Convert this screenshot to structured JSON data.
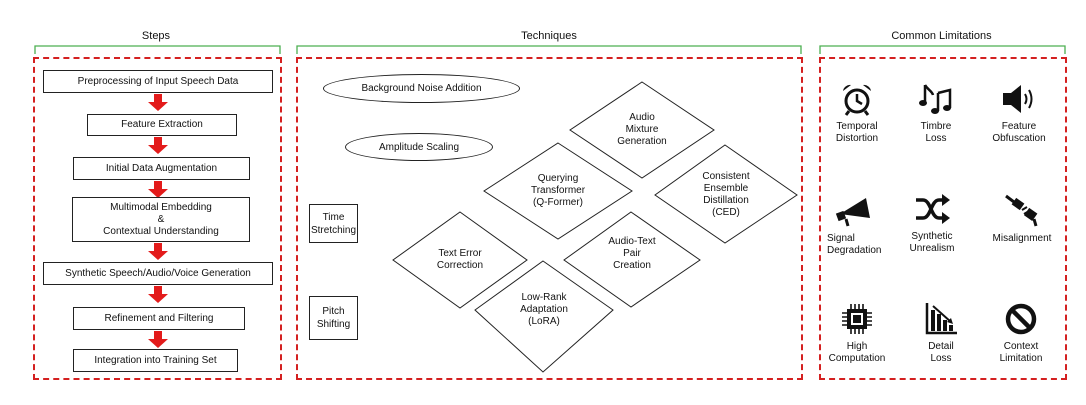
{
  "headers": {
    "steps": "Steps",
    "techniques": "Techniques",
    "limitations": "Common Limitations"
  },
  "steps": [
    "Preprocessing of Input Speech Data",
    "Feature Extraction",
    "Initial Data Augmentation",
    "Multimodal Embedding\n&\nContextual Understanding",
    "Synthetic Speech/Audio/Voice Generation",
    "Refinement and Filtering",
    "Integration into Training Set"
  ],
  "techniques": {
    "ellipses": [
      "Background Noise Addition",
      "Amplitude Scaling"
    ],
    "rects": [
      "Time\nStretching",
      "Pitch\nShifting"
    ],
    "diamonds": [
      "Audio\nMixture\nGeneration",
      "Querying\nTransformer\n(Q-Former)",
      "Consistent\nEnsemble\nDistillation\n(CED)",
      "Text Error\nCorrection",
      "Audio-Text\nPair\nCreation",
      "Low-Rank\nAdaptation\n(LoRA)"
    ]
  },
  "limitations": [
    {
      "label": "Temporal\nDistortion",
      "icon": "alarm-clock-icon"
    },
    {
      "label": "Timbre\nLoss",
      "icon": "music-note-icon"
    },
    {
      "label": "Feature\nObfuscation",
      "icon": "speaker-icon"
    },
    {
      "label": "Signal\nDegradation",
      "icon": "megaphone-icon"
    },
    {
      "label": "Synthetic\nUnrealism",
      "icon": "shuffle-icon"
    },
    {
      "label": "Misalignment",
      "icon": "unplugged-icon"
    },
    {
      "label": "High\nComputation",
      "icon": "cpu-chip-icon"
    },
    {
      "label": "Detail\nLoss",
      "icon": "bar-chart-down-icon"
    },
    {
      "label": "Context\nLimitation",
      "icon": "prohibited-icon"
    }
  ],
  "colors": {
    "border": "#d42020",
    "bracket": "#4caf50",
    "arrow": "#e31b1b"
  }
}
